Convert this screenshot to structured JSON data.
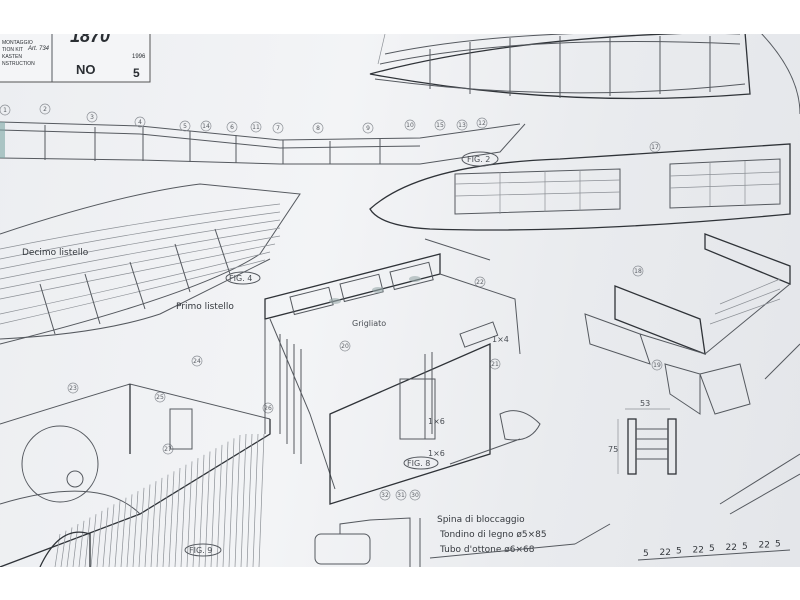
{
  "title_block": {
    "model_number": "1870",
    "left_lines": [
      "MONTAGGIO",
      "TION KIT",
      "KASTEN",
      "NSTRUCTION"
    ],
    "article": "Art. 734",
    "year": "1996",
    "scale": "NO",
    "sheet": "5"
  },
  "figures": {
    "fig2": "FIG. 2",
    "fig4": "FIG. 4",
    "fig8": "FIG. 8",
    "fig9": "FIG. 9"
  },
  "labels": {
    "decimo": "Decimo listello",
    "primo": "Primo listello",
    "grigliato": "Grigliato",
    "dim_1x4": "1×4",
    "dim_1x6_a": "1×6",
    "dim_1x6_b": "1×6",
    "dim_53": "53",
    "dim_75": "75",
    "spina": "Spina di bloccaggio",
    "tondino": "Tondino di legno ø5×85",
    "tubo": "Tubo d'ottone ø6×68"
  },
  "spacing_dims": [
    "5",
    "22",
    "5",
    "22",
    "5",
    "22",
    "5",
    "22",
    "5"
  ],
  "part_numbers_top": [
    "1",
    "2",
    "3",
    "4",
    "5",
    "14",
    "6",
    "11",
    "7",
    "8",
    "9",
    "10",
    "15",
    "13",
    "12"
  ],
  "part_numbers_other": [
    "17",
    "20",
    "21",
    "22",
    "23",
    "26",
    "18",
    "19",
    "32",
    "31",
    "30",
    "24",
    "25",
    "27"
  ]
}
